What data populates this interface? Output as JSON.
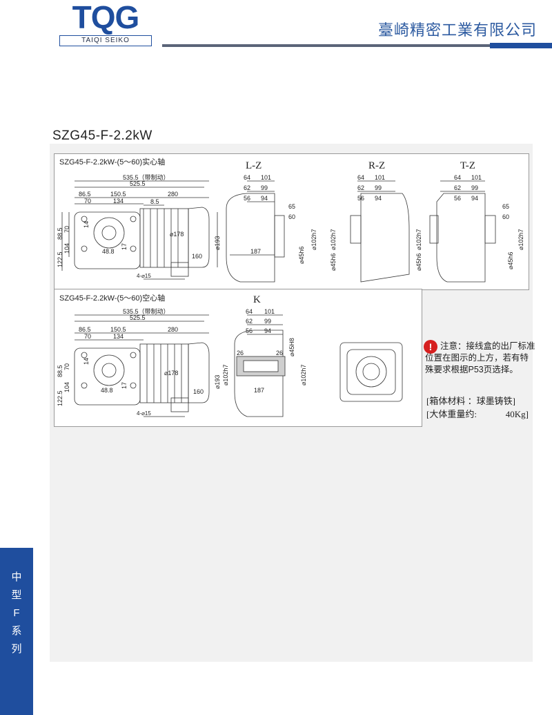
{
  "header": {
    "logo_letters": "TQG",
    "logo_subtitle": "TAIQI SEIKO",
    "company_name": "臺崎精密工業有限公司",
    "brand_color": "#1f4e9e"
  },
  "model_title": "SZG45-F-2.2kW",
  "drawing1": {
    "caption": "SZG45-F-2.2kW-(5～60)实心轴",
    "views": [
      "L-Z",
      "R-Z",
      "T-Z"
    ],
    "dims": {
      "total_brake": "535.5（带制动）",
      "total": "525.5",
      "motor": "280",
      "d86": "86.5",
      "d150": "150.5",
      "d70": "70",
      "d134": "134",
      "d8": "8.5",
      "v88": "88.5",
      "v70": "70",
      "v14": "14",
      "v1225": "122.5",
      "v104": "104",
      "v17": "17",
      "v488": "48.8",
      "holes": "4-⌀15",
      "dia178": "⌀178",
      "dia193": "⌀193",
      "h160": "160",
      "s64": "64",
      "s101": "101",
      "s62": "62",
      "s99": "99",
      "s56": "56",
      "s94": "94",
      "s65": "65",
      "s60": "60",
      "s187": "187",
      "d102": "⌀102h7",
      "d45": "⌀45h6"
    }
  },
  "drawing2": {
    "caption": "SZG45-F-2.2kW-(5～60)空心轴",
    "view": "K",
    "dims": {
      "d45H8": "⌀45H8",
      "s26": "26",
      "s187": "187",
      "d102": "⌀102h7"
    }
  },
  "note": {
    "icon": "!",
    "text": "注意：接线盒的出厂标准位置在图示的上方，若有特殊要求根据P53页选择。"
  },
  "spec": {
    "material_label": "[箱体材料 ：球墨铸铁]",
    "weight_label": "[大体重量约:",
    "weight_value": "40Kg]"
  },
  "side_tab": {
    "chars": [
      "中",
      "型",
      "F",
      "系",
      "列"
    ]
  }
}
